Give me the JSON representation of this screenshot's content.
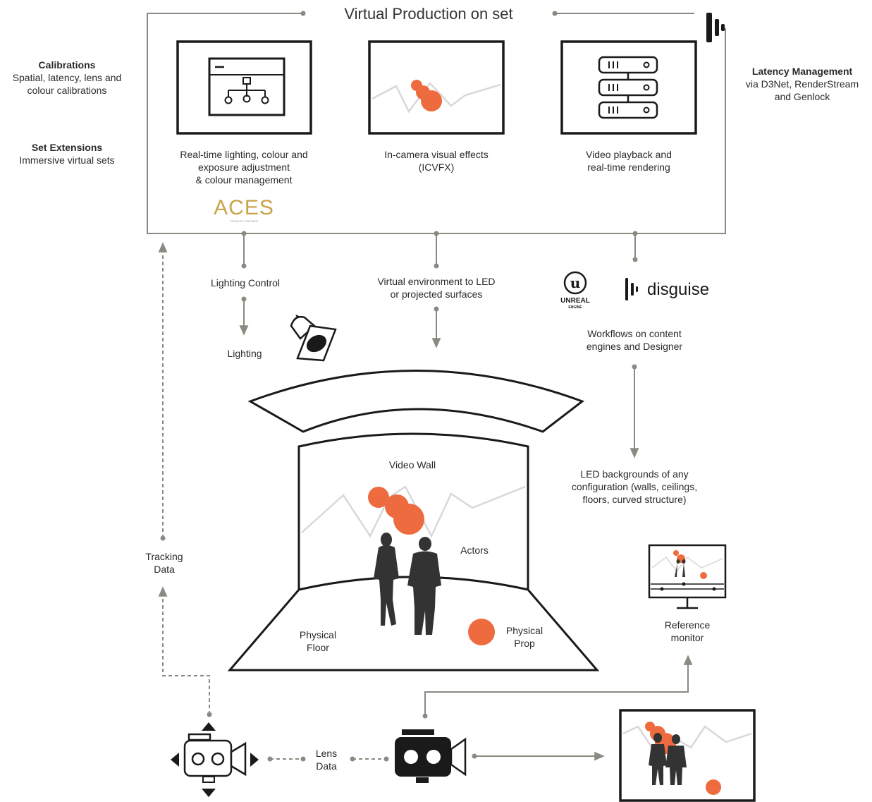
{
  "title": "Virtual Production on set",
  "left_notes": {
    "calibrations_title": "Calibrations",
    "calibrations_line1": "Spatial, latency, lens and",
    "calibrations_line2": "colour calibrations",
    "set_ext_title": "Set Extensions",
    "set_ext_line1": "Immersive virtual sets"
  },
  "right_note": {
    "title": "Latency Management",
    "line1": "via D3Net, RenderStream",
    "line2": "and Genlock"
  },
  "panels": [
    {
      "line1": "Real-time lighting, colour and",
      "line2": "exposure adjustment",
      "line3": "& colour management",
      "icon": "workflow-window-icon"
    },
    {
      "line1": "In-camera visual effects",
      "line2": "(ICVFX)",
      "icon": "icvfx-scene-icon"
    },
    {
      "line1": "Video playback and",
      "line2": "real-time rendering",
      "icon": "server-rack-icon"
    }
  ],
  "aces_logo": {
    "text": "ACES",
    "sub": "PRODUCT PARTNER"
  },
  "lighting_control": "Lighting Control",
  "lighting": "Lighting",
  "virtual_env": {
    "line1": "Virtual environment to LED",
    "line2": "or projected surfaces"
  },
  "unreal_logo": {
    "line1": "UNREAL",
    "line2": "ENGINE"
  },
  "disguise_logo": "disguise",
  "workflows": {
    "line1": "Workflows on content",
    "line2": "engines and Designer"
  },
  "led_backgrounds": {
    "line1": "LED backgrounds of any",
    "line2": "configuration (walls, ceilings,",
    "line3": "floors, curved structure)"
  },
  "stage": {
    "video_wall": "Video Wall",
    "actors": "Actors",
    "floor_line1": "Physical",
    "floor_line2": "Floor",
    "prop_line1": "Physical",
    "prop_line2": "Prop"
  },
  "tracking": {
    "line1": "Tracking",
    "line2": "Data"
  },
  "lens": {
    "line1": "Lens",
    "line2": "Data"
  },
  "reference": {
    "line1": "Reference",
    "line2": "monitor"
  },
  "colors": {
    "accent": "#ee6a3f",
    "line": "#8a8a82",
    "dark": "#1a1a1a"
  }
}
